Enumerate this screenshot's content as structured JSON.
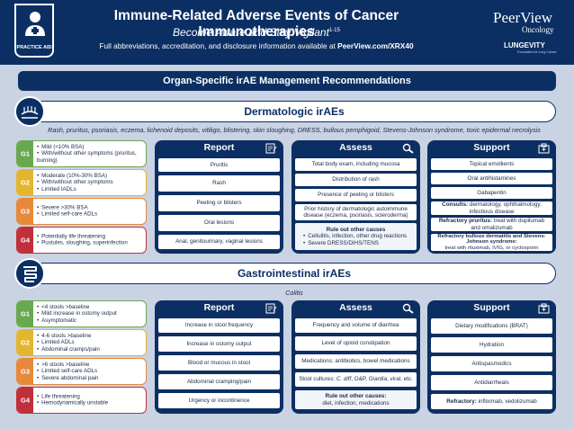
{
  "header": {
    "badge": "PRACTICE AID",
    "title": "Immune-Related Adverse Events of Cancer Immunotherapies",
    "subtitle": "Become Aware and Stay Vigilant",
    "subtitle_sup": "1-15",
    "info_prefix": "Full abbreviations, accreditation, and disclosure information available at ",
    "info_url": "PeerView.com/XRX40",
    "brand": "PeerView",
    "brand_sub": "Oncology",
    "partner": "LUNGEVITY",
    "partner_sub": "Foundation for Lung Cancer"
  },
  "main_title": "Organ-Specific irAE Management Recommendations",
  "colors": {
    "navy": "#0c2f63",
    "g1": "#6aa84f",
    "g2": "#e2b630",
    "g3": "#e7893a",
    "g4": "#c0303b"
  },
  "derm": {
    "title": "Dermatologic irAEs",
    "icon": "skin-icon",
    "subtitle": "Rash, pruritus, psoriasis, eczema, lichenoid deposits, vitiligo, blistering, skin sloughing, DRESS, bullous pemphigoid, Stevens-Johnson syndrome, toxic epidermal necrolysis",
    "grades": [
      {
        "tag": "G1",
        "items": [
          "Mild (<10% BSA)",
          "With/without other symptoms (pruritus, burning)"
        ]
      },
      {
        "tag": "G2",
        "items": [
          "Moderate (10%-30% BSA)",
          "With/without other symptoms",
          "Limited IADLs"
        ]
      },
      {
        "tag": "G3",
        "items": [
          "Severe >30% BSA",
          "Limited self-care ADLs"
        ]
      },
      {
        "tag": "G4",
        "items": [
          "Potentially life threatening",
          "Pustules, sloughing, superinfection"
        ]
      }
    ],
    "report": {
      "title": "Report",
      "items": [
        "Pruritis",
        "Rash",
        "Peeling or blisters",
        "Oral lesions",
        "Anal, genitourinary, vaginal lesions"
      ]
    },
    "assess": {
      "title": "Assess",
      "items": [
        "Total body exam, including mucosa",
        "Distribution of rash",
        "Presence of peeling or blisters",
        "Prior history of dermatologic autoimmune disease (eczema, psoriasis, scleroderma)"
      ],
      "ruleout_title": "Rule out other causes",
      "ruleout_items": [
        "Cellulitis, infection, other drug reactions",
        "Severe DRESS/DIHS/TENS"
      ]
    },
    "support": {
      "title": "Support",
      "items": [
        "Topical emollients",
        "Oral antihistamines",
        "Gabapentin"
      ],
      "consults_label": "Consults:",
      "consults_text": " dermatology, ophthalmology, infectious disease",
      "refractory_label": "Refractory pruritus:",
      "refractory_text": " treat with dupilumab and omalizumab",
      "bullous_label": "Refractory bullous dermatitis and Stevens-Johnson syndrome:",
      "bullous_text": "treat with rituximab, IVIG, or cyclosporin"
    }
  },
  "gi": {
    "title": "Gastrointestinal irAEs",
    "icon": "intestine-icon",
    "subtitle": "Colitis",
    "grades": [
      {
        "tag": "G1",
        "items": [
          "<4 stools >baseline",
          "Mild increase in ostomy output",
          "Asymptomatic"
        ]
      },
      {
        "tag": "G2",
        "items": [
          "4-6 stools >baseline",
          "Limited ADLs",
          "Abdominal cramps/pain"
        ]
      },
      {
        "tag": "G3",
        "items": [
          ">6 stools >baseline",
          "Limited self-care ADLs",
          "Severe abdominal pain"
        ]
      },
      {
        "tag": "G4",
        "items": [
          "Life threatening",
          "Hemodynamically unstable"
        ]
      }
    ],
    "report": {
      "title": "Report",
      "items": [
        "Increase in stool frequency",
        "Increase in ostomy output",
        "Blood or mucous in stool",
        "Abdominal cramping/pain",
        "Urgency or incontinence"
      ]
    },
    "assess": {
      "title": "Assess",
      "items": [
        "Frequency and volume of diarrhea",
        "Level of opioid constipation",
        "Medications: antibiotics, bowel medications"
      ],
      "cultures_pre": "Stool cultures: ",
      "cultures_c": "C. diff",
      "cultures_mid": ", O&P, ",
      "cultures_g": "Giardia",
      "cultures_post": ", viral, etc.",
      "ruleout_title": "Rule out other causes:",
      "ruleout_text": "diet, infection, medications"
    },
    "support": {
      "title": "Support",
      "items": [
        "Dietary modifications (BRAT)",
        "Hydration",
        "Antispasmodics",
        "Antidiarrheals"
      ],
      "refractory_label": "Refractory:",
      "refractory_text": " infliximab, vedolizumab"
    }
  }
}
